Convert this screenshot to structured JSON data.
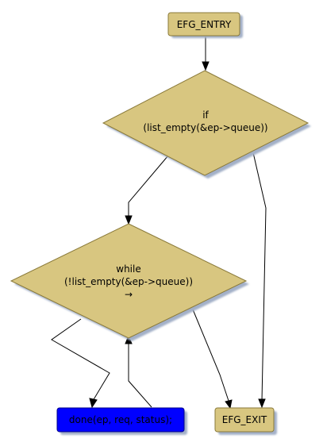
{
  "colors": {
    "node_fill": "#d8c680",
    "node_stroke": "#8a7a3a",
    "shadow": "#a3b0c8",
    "action_fill": "#0000ff",
    "edge": "#000000"
  },
  "nodes": {
    "entry": {
      "label": "EFG_ENTRY"
    },
    "if_cond": {
      "line1": "if",
      "line2": "(list_empty(&ep->queue))"
    },
    "while_cond": {
      "line1": "while",
      "line2": "(!list_empty(&ep->queue))",
      "line3": "→"
    },
    "done_call": {
      "label": "done(ep, req, status);"
    },
    "exit": {
      "label": "EFG_EXIT"
    }
  }
}
